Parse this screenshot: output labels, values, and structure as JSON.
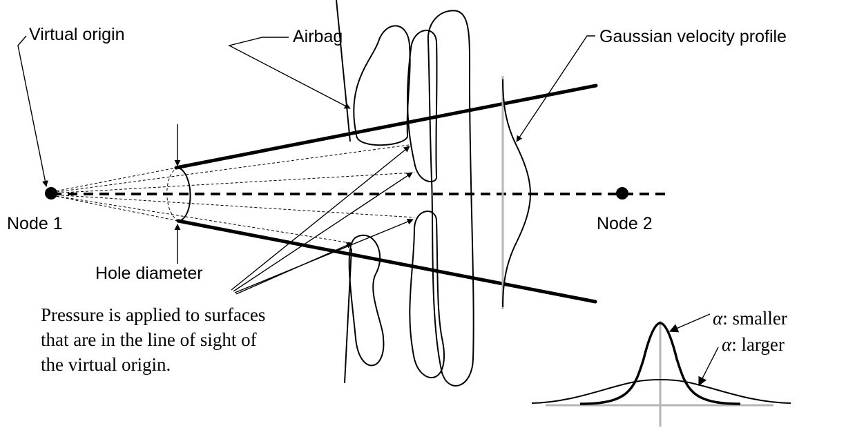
{
  "labels": {
    "airbag": "Airbag",
    "virtual_origin": "Virtual origin",
    "node1": "Node 1",
    "node2": "Node 2",
    "hole_diameter": "Hole diameter",
    "gaussian_profile": "Gaussian velocity profile",
    "pressure_note": [
      "Pressure is applied to surfaces",
      "that are in the line of sight of",
      "the virtual origin."
    ]
  },
  "legend": {
    "smaller": {
      "symbol": "α",
      "text": ": smaller"
    },
    "larger": {
      "symbol": "α",
      "text": ": larger"
    }
  },
  "colors": {
    "ink": "#000000",
    "guide": "#b5b5b5",
    "background": "#ffffff"
  }
}
